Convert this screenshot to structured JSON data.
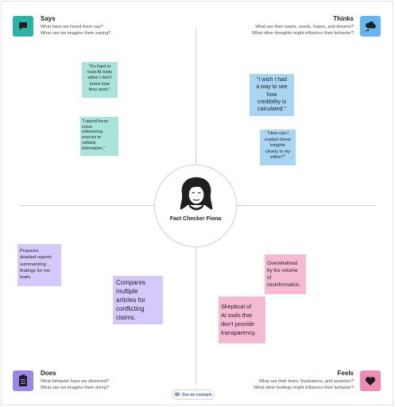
{
  "persona": {
    "name": "Fact Checker Fiona"
  },
  "quadrants": {
    "says": {
      "title": "Says",
      "icon": "speech-bubble-icon",
      "color": "#2bb3a3",
      "lines": [
        "What have we heard them say?",
        "What can we imagine them saying?"
      ]
    },
    "thinks": {
      "title": "Thinks",
      "icon": "thought-cloud-icon",
      "color": "#64b5f0",
      "lines": [
        "What are their wants, needs, hopes, and dreams?",
        "What other thoughts might influence their behavior?"
      ]
    },
    "does": {
      "title": "Does",
      "icon": "clipboard-icon",
      "color": "#9a86e6",
      "lines": [
        "What behavior have we observed?",
        "What can we imagine them doing?"
      ]
    },
    "feels": {
      "title": "Feels",
      "icon": "heart-icon",
      "color": "#f08bb8",
      "lines": [
        "What are their fears, frustrations, and anxieties?",
        "What other feelings might influence their behavior?"
      ]
    }
  },
  "notes": {
    "says_1": {
      "lines": [
        "\"It's hard to",
        "trust AI tools",
        "when I don't",
        "know how",
        "they work.\""
      ]
    },
    "says_2": {
      "lines": [
        "\"I spend hours",
        "cross-",
        "referencing",
        "sources to",
        "validate",
        "information.\""
      ]
    },
    "thinks_1": {
      "lines": [
        "\"I wish I had",
        "a way to see",
        "how",
        "credibility is",
        "calculated.\""
      ]
    },
    "thinks_2": {
      "lines": [
        "\"How can I",
        "explain these",
        "insights",
        "clearly to my",
        "editor?\""
      ]
    },
    "does_1": {
      "lines": [
        "Prepares",
        "detailed reports",
        "summarizing",
        "findings for her",
        "team."
      ]
    },
    "does_2": {
      "lines": [
        "Compares",
        "multiple",
        "articles for",
        "conflicting",
        "claims."
      ]
    },
    "feels_1": {
      "lines": [
        "Overwhelmed",
        "by the volume",
        "of",
        "misinformation."
      ]
    },
    "feels_2": {
      "lines": [
        "Skeptical of",
        "AI tools that",
        "don't provide",
        "transparency."
      ]
    }
  },
  "footer": {
    "example_label": "See an example",
    "example_icon": "eye-icon"
  }
}
